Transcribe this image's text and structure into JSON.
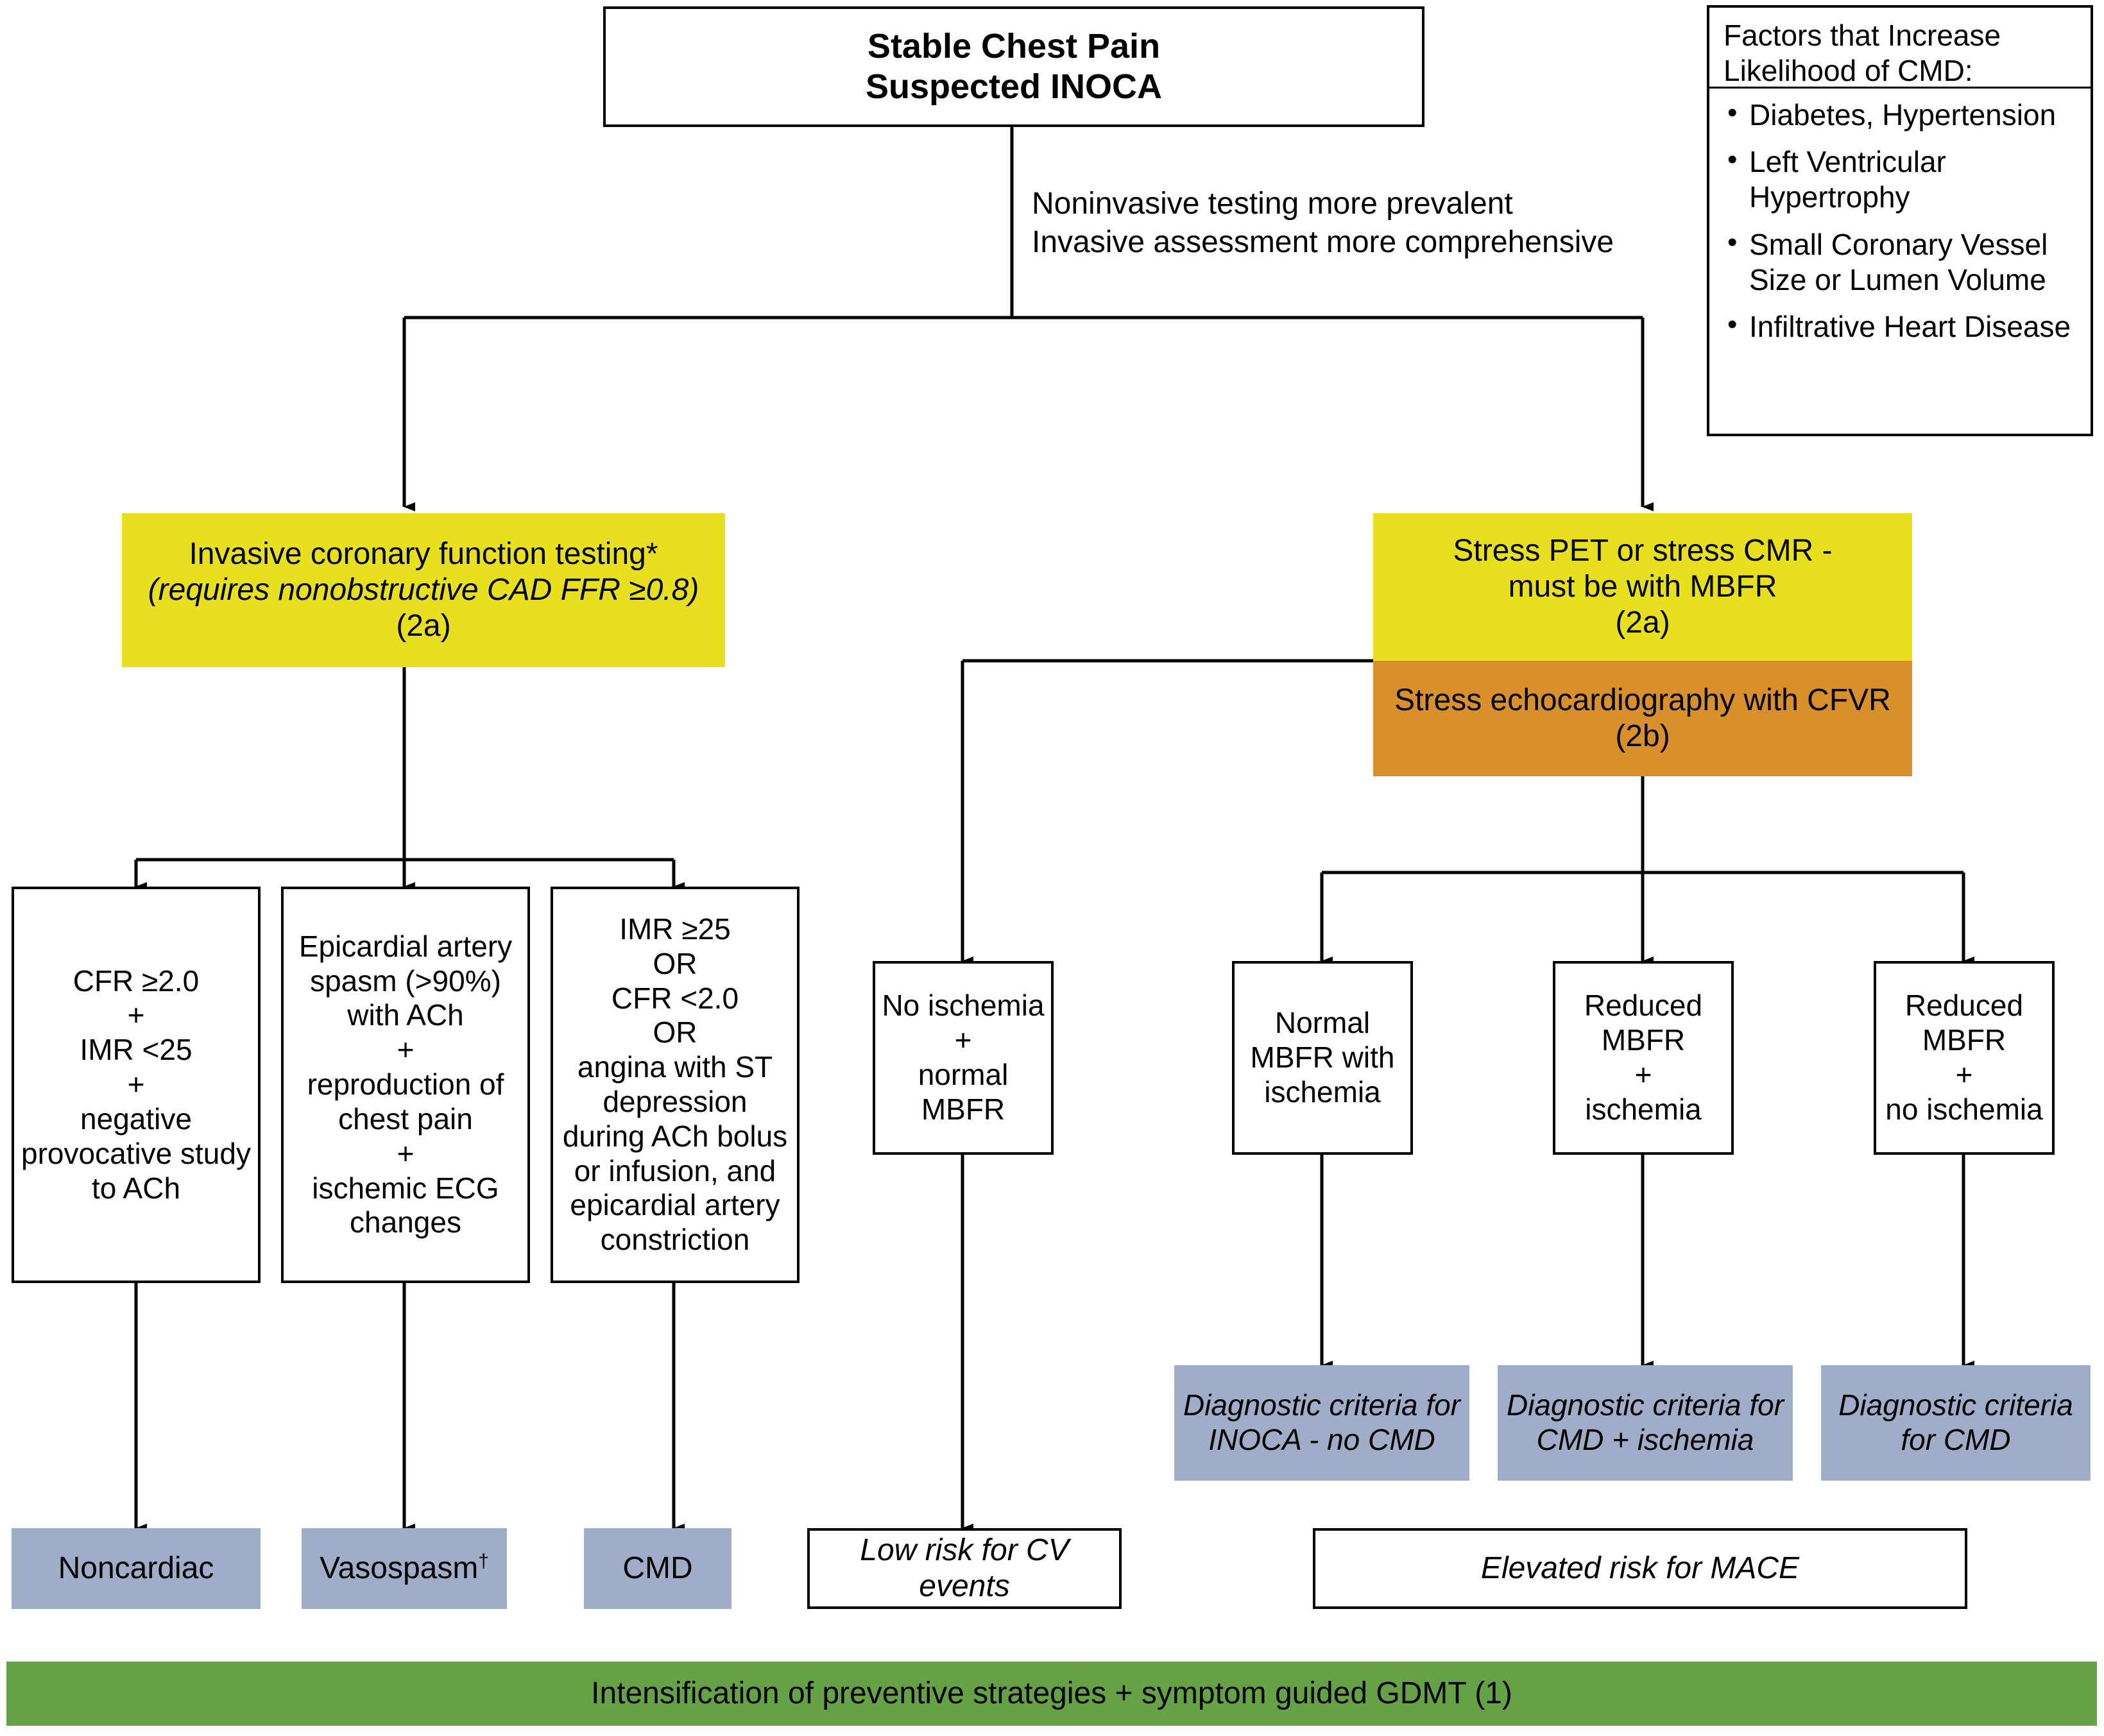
{
  "diagram": {
    "title": "Stable Chest Pain Suspected INOCA diagnostic algorithm",
    "colors": {
      "yellow": "#e8e01e",
      "orange": "#d9902a",
      "blue_grey": "#9fadc8",
      "green": "#65a245",
      "outline": "#000000",
      "background": "#ffffff"
    }
  },
  "root": {
    "line1": "Stable Chest Pain",
    "line2": "Suspected INOCA"
  },
  "edge_labels": {
    "spectrum": "Noninvasive testing more prevalent\nInvasive assessment more comprehensive"
  },
  "factors_panel": {
    "heading": "Factors that Increase Likelihood of CMD:",
    "items": [
      "Diabetes, Hypertension",
      "Left Ventricular Hypertrophy",
      "Small Coronary Vessel Size or Lumen Volume",
      "Infiltrative Heart Disease"
    ]
  },
  "modalities": {
    "invasive": {
      "line1": "Invasive coronary function testing*",
      "line2": "(requires nonobstructive CAD FFR ≥0.8)",
      "cor": "(2a)"
    },
    "stress_pet_cmr": {
      "line1": "Stress PET or stress CMR -",
      "line2": "must be with MBFR",
      "cor": "(2a)"
    },
    "stress_echo": {
      "line1": "Stress echocardiography with CFVR",
      "cor": "(2b)"
    }
  },
  "invasive_criteria": [
    {
      "name": "noncardiac-criteria",
      "text": "CFR ≥2.0\n+\nIMR <25\n+\nnegative provocative study to ACh"
    },
    {
      "name": "vasospasm-criteria",
      "text": "Epicardial artery spasm (>90%) with ACh\n+\nreproduction of chest pain\n+\nischemic ECG changes"
    },
    {
      "name": "cmd-criteria",
      "text": "IMR ≥25\nOR\nCFR <2.0\nOR\nangina with ST depression during ACh bolus or infusion, and epicardial artery constriction"
    }
  ],
  "noninvasive_results": [
    {
      "name": "no-ischemia-normal-mbfr",
      "text": "No ischemia\n+\nnormal MBFR"
    },
    {
      "name": "normal-mbfr-with-ischemia",
      "text": "Normal MBFR with ischemia"
    },
    {
      "name": "reduced-mbfr-ischemia",
      "text": "Reduced MBFR\n+\nischemia"
    },
    {
      "name": "reduced-mbfr-no-ischemia",
      "text": "Reduced MBFR\n+\nno ischemia"
    }
  ],
  "diagnostic_criteria": [
    {
      "name": "dx-inoca-no-cmd",
      "text": "Diagnostic criteria for INOCA - no CMD"
    },
    {
      "name": "dx-cmd-plus-ischemia",
      "text": "Diagnostic criteria for CMD + ischemia"
    },
    {
      "name": "dx-cmd",
      "text": "Diagnostic criteria for CMD"
    }
  ],
  "diagnoses": {
    "noncardiac": "Noncardiac",
    "vasospasm": "Vasospasm",
    "vasospasm_marker": "†",
    "cmd": "CMD"
  },
  "risk": {
    "low": "Low risk for CV events",
    "elevated": "Elevated risk for MACE"
  },
  "footer": {
    "text": "Intensification of preventive strategies + symptom guided GDMT (1)"
  }
}
